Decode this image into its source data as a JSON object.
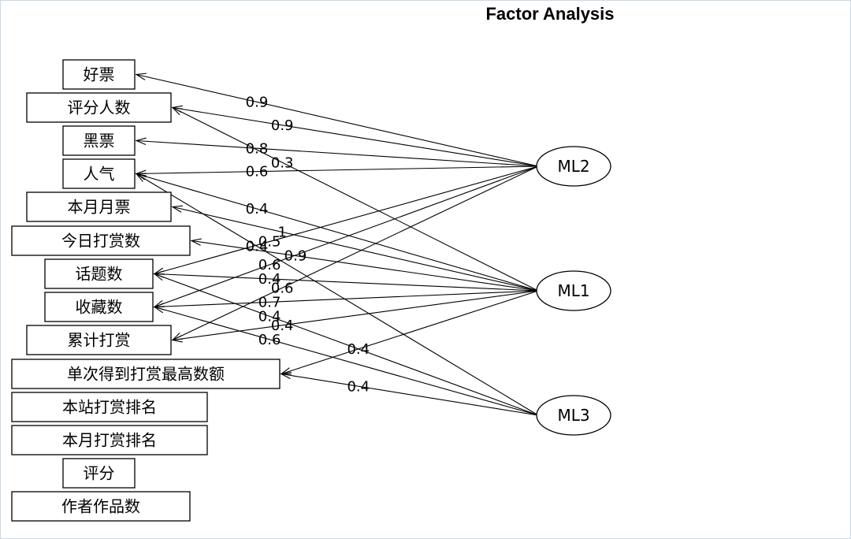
{
  "title": "Factor Analysis",
  "variables": [
    {
      "id": "v1",
      "label": "好票"
    },
    {
      "id": "v2",
      "label": "评分人数"
    },
    {
      "id": "v3",
      "label": "黑票"
    },
    {
      "id": "v4",
      "label": "人气"
    },
    {
      "id": "v5",
      "label": "本月月票"
    },
    {
      "id": "v6",
      "label": "今日打赏数"
    },
    {
      "id": "v7",
      "label": "话题数"
    },
    {
      "id": "v8",
      "label": "收藏数"
    },
    {
      "id": "v9",
      "label": "累计打赏"
    },
    {
      "id": "v10",
      "label": "单次得到打赏最高数额"
    },
    {
      "id": "v11",
      "label": "本站打赏排名"
    },
    {
      "id": "v12",
      "label": "本月打赏排名"
    },
    {
      "id": "v13",
      "label": "评分"
    },
    {
      "id": "v14",
      "label": "作者作品数"
    }
  ],
  "factors": [
    {
      "id": "ML2",
      "label": "ML2"
    },
    {
      "id": "ML1",
      "label": "ML1"
    },
    {
      "id": "ML3",
      "label": "ML3"
    }
  ],
  "loadings": [
    {
      "factor": "ML2",
      "variable": "v1",
      "value": "0.9"
    },
    {
      "factor": "ML2",
      "variable": "v2",
      "value": "0.9"
    },
    {
      "factor": "ML2",
      "variable": "v3",
      "value": "0.8"
    },
    {
      "factor": "ML2",
      "variable": "v4",
      "value": "0.6"
    },
    {
      "factor": "ML2",
      "variable": "v7",
      "value": "0.5"
    },
    {
      "factor": "ML2",
      "variable": "v8",
      "value": "0.6"
    },
    {
      "factor": "ML2",
      "variable": "v9",
      "value": "0.6"
    },
    {
      "factor": "ML1",
      "variable": "v2",
      "value": "0.3"
    },
    {
      "factor": "ML1",
      "variable": "v4",
      "value": "0.4"
    },
    {
      "factor": "ML1",
      "variable": "v5",
      "value": "1"
    },
    {
      "factor": "ML1",
      "variable": "v6",
      "value": "0.9"
    },
    {
      "factor": "ML1",
      "variable": "v7",
      "value": "0.4"
    },
    {
      "factor": "ML1",
      "variable": "v8",
      "value": "0.7"
    },
    {
      "factor": "ML1",
      "variable": "v9",
      "value": "0.4"
    },
    {
      "factor": "ML1",
      "variable": "v10",
      "value": "0.4"
    },
    {
      "factor": "ML3",
      "variable": "v4",
      "value": "0.4"
    },
    {
      "factor": "ML3",
      "variable": "v7",
      "value": "0.4"
    },
    {
      "factor": "ML3",
      "variable": "v8",
      "value": "0.6"
    },
    {
      "factor": "ML3",
      "variable": "v10",
      "value": "0.4"
    }
  ]
}
